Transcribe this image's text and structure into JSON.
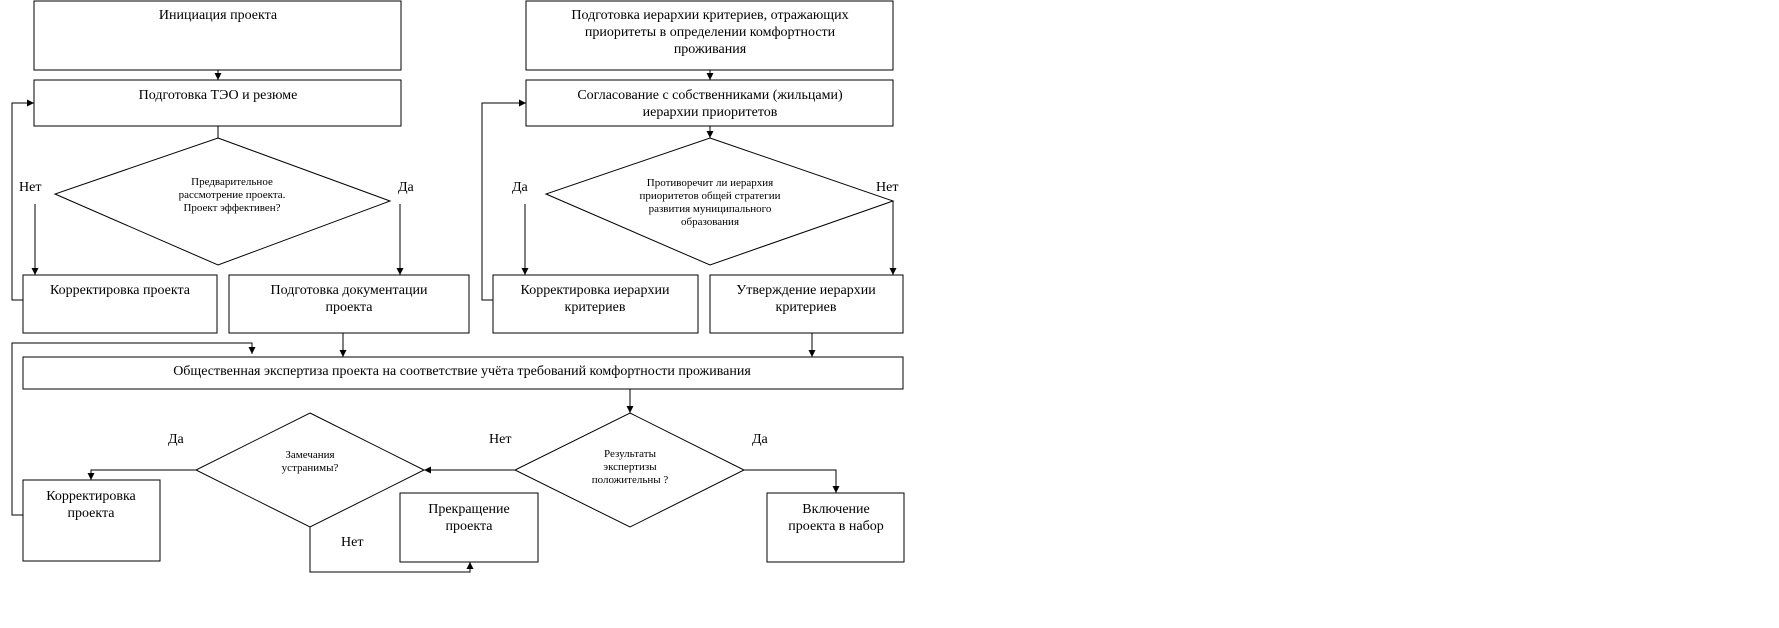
{
  "nodes": {
    "initiation": {
      "lines": [
        "Инициация проекта"
      ]
    },
    "criteria_hierarchy": {
      "lines": [
        "Подготовка иерархии критериев, отражающих",
        "приоритеты в определении комфортности",
        "проживания"
      ]
    },
    "teo": {
      "lines": [
        "Подготовка ТЭО и резюме"
      ]
    },
    "agreement": {
      "lines": [
        "Согласование с собственниками (жильцами)",
        "иерархии приоритетов"
      ]
    },
    "prelim_decision": {
      "lines": [
        "Предварительное",
        "рассмотрение проекта.",
        "Проект эффективен?"
      ]
    },
    "contradiction_decision": {
      "lines": [
        "Противоречит ли иерархия",
        "приоритетов общей стратегии",
        "развития муниципального",
        "образования"
      ]
    },
    "correct_project_1": {
      "lines": [
        "Корректировка проекта"
      ]
    },
    "prepare_docs": {
      "lines": [
        "Подготовка документации",
        "проекта"
      ]
    },
    "correct_hierarchy": {
      "lines": [
        "Корректировка иерархии",
        "критериев"
      ]
    },
    "approve_hierarchy": {
      "lines": [
        "Утверждение иерархии",
        "критериев"
      ]
    },
    "public_expertise": {
      "lines": [
        "Общественная экспертиза проекта на соответствие учёта требований комфортности проживания"
      ]
    },
    "remarks_decision": {
      "lines": [
        "Замечания",
        "устранимы?"
      ]
    },
    "results_decision": {
      "lines": [
        "Результаты",
        "экспертизы",
        "положительны ?"
      ]
    },
    "correct_project_2": {
      "lines": [
        "Корректировка",
        "проекта"
      ]
    },
    "stop_project": {
      "lines": [
        "Прекращение",
        "проекта"
      ]
    },
    "include_project": {
      "lines": [
        "Включение",
        "проекта в набор"
      ]
    }
  },
  "edge_labels": {
    "prelim_no": "Нет",
    "prelim_yes": "Да",
    "contradiction_yes": "Да",
    "contradiction_no": "Нет",
    "remarks_yes": "Да",
    "results_no": "Нет",
    "results_yes": "Да",
    "remarks_no": "Нет"
  }
}
